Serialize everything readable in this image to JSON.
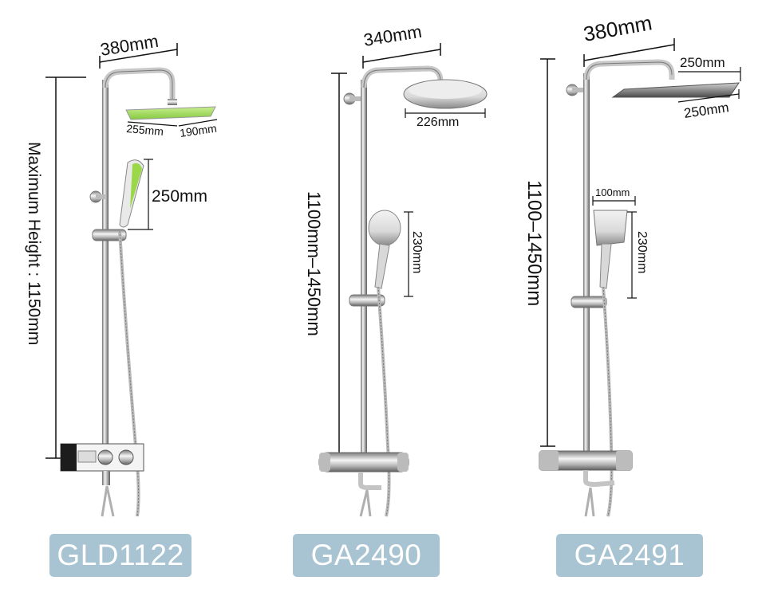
{
  "products": [
    {
      "model": "GLD1122",
      "dimensions": {
        "arm_width": "380mm",
        "head_depth": "255mm",
        "head_width": "190mm",
        "handheld_height": "250mm",
        "max_height": "Maximum Height : 1150mm"
      },
      "head_color": "#9ad84a"
    },
    {
      "model": "GA2490",
      "dimensions": {
        "arm_width": "340mm",
        "head_diameter": "226mm",
        "handheld_height": "230mm",
        "height_range": "1100mm–1450mm"
      }
    },
    {
      "model": "GA2491",
      "dimensions": {
        "arm_width": "380mm",
        "head_width": "250mm",
        "head_depth": "250mm",
        "handheld_width": "100mm",
        "handheld_height": "230mm",
        "height_range": "1100–1450mm"
      }
    }
  ],
  "label_color": "#a8c4d2"
}
